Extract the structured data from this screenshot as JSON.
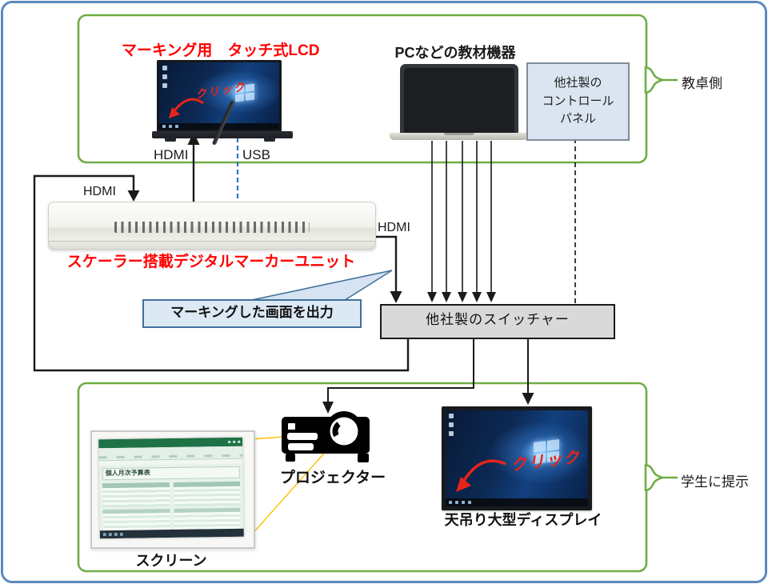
{
  "colors": {
    "zone_border": "#70AD47",
    "outer_border": "#5B8AC0",
    "accent_red": "#FF0000",
    "usb_line": "#2E75B6",
    "callout_border": "#41719C",
    "callout_fill": "#DCE9F5",
    "control_panel_fill": "#DBE5F1",
    "switcher_fill": "#D9D9D9",
    "beam_line": "#FFC000"
  },
  "zones": {
    "teacher": {
      "label": "教卓側"
    },
    "students": {
      "label": "学生に提示"
    }
  },
  "devices": {
    "lcd": {
      "title": "マーキング用　タッチ式LCD",
      "annotation": "クリック"
    },
    "pc": {
      "title": "PCなどの教材機器"
    },
    "control_panel": {
      "lines": [
        "他社製の",
        "コントロール",
        "パネル"
      ]
    },
    "marker_unit": {
      "title": "スケーラー搭載デジタルマーカーユニット"
    },
    "switcher": {
      "label": "他社製のスイッチャー"
    },
    "callout": {
      "label": "マーキングした画面を出力"
    },
    "projector": {
      "label": "プロジェクター"
    },
    "screen": {
      "label": "スクリーン",
      "content_title": "個人月次予算表"
    },
    "display": {
      "label": "天吊り大型ディスプレイ",
      "annotation": "クリック"
    }
  },
  "connections": {
    "hdmi_to_lcd": "HDMI",
    "usb_to_lcd": "USB",
    "hdmi_loop_in": "HDMI",
    "hdmi_out": "HDMI"
  }
}
